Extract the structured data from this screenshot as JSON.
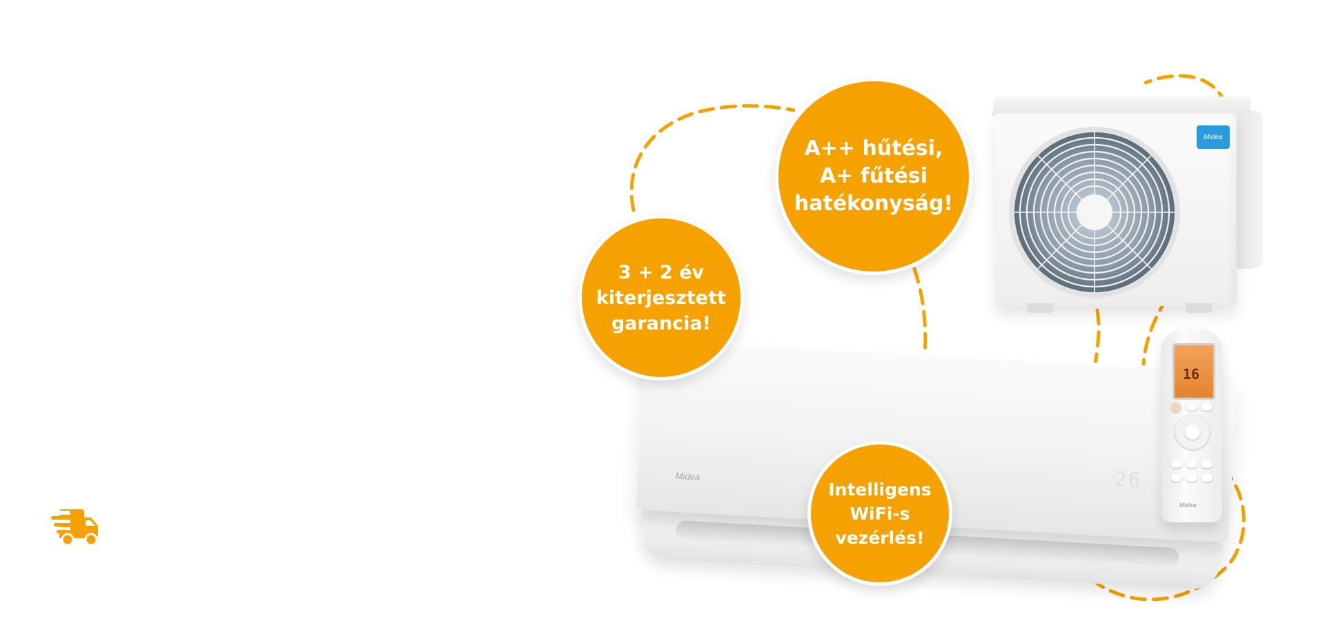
{
  "colors": {
    "accent": "#f5a100",
    "badge_text": "#ffffff",
    "background": "#ffffff"
  },
  "icons": {
    "delivery": "delivery-truck-icon"
  },
  "badges": {
    "warranty": "3 + 2 év\nkiterjesztett\ngarancia!",
    "efficiency": "A++ hűtési,\nA+ fűtési\nhatékonyság!",
    "wifi": "Intelligens\nWiFi-s\nvezérlés!"
  },
  "product": {
    "brand": "Midea",
    "indoor_display": "26",
    "remote_display": "16"
  }
}
